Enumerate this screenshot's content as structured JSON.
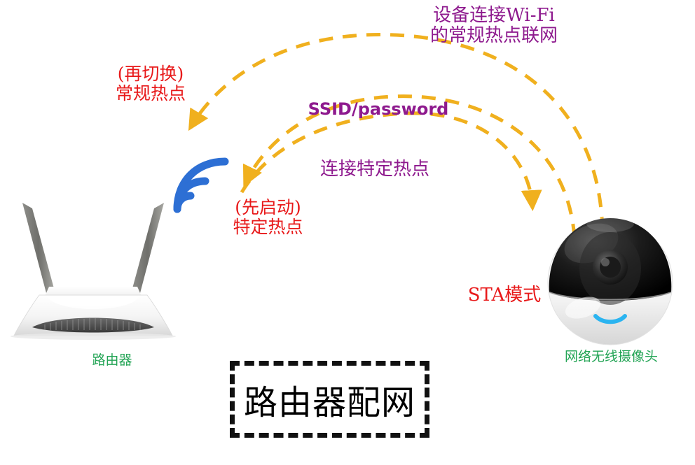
{
  "diagram": {
    "title_box": {
      "text": "路由器配网",
      "border_color": "#111111",
      "text_color": "#000000"
    },
    "annotations": {
      "top_note": "设备连接Wi-Fi\n的常规热点联网",
      "router_mode_note": "(再切换)\n常规热点",
      "ssid_note": "SSID/password",
      "connect_note": "连接特定热点",
      "ap_note": "(先启动)\n特定热点",
      "sta_note": "STA模式"
    },
    "captions": {
      "router": "路由器",
      "camera": "网络无线摄像头"
    },
    "icons": {
      "wifi": "wifi-signal-icon",
      "router": "wifi-router-icon",
      "camera": "network-dome-camera-icon"
    },
    "colors": {
      "red": "#e8191a",
      "purple": "#8e1a8e",
      "green": "#23a455",
      "gold": "#f0b01e",
      "wifi_blue": "#2d6fd4",
      "led_blue": "#2bb4f0",
      "black": "#111111"
    },
    "flows": [
      {
        "name": "regular-hotspot-flow",
        "label": "设备连接Wi-Fi的常规热点联网",
        "direction": "camera-to-router",
        "style": "dashed-arc",
        "color": "#f0b01e"
      },
      {
        "name": "ssid-password-flow",
        "label": "SSID/password",
        "direction": "camera-to-router",
        "style": "dashed-arc",
        "color": "#f0b01e"
      },
      {
        "name": "connect-specific-hotspot-flow",
        "label": "连接特定热点",
        "direction": "router-to-camera",
        "style": "dashed-arc",
        "color": "#f0b01e"
      }
    ]
  }
}
